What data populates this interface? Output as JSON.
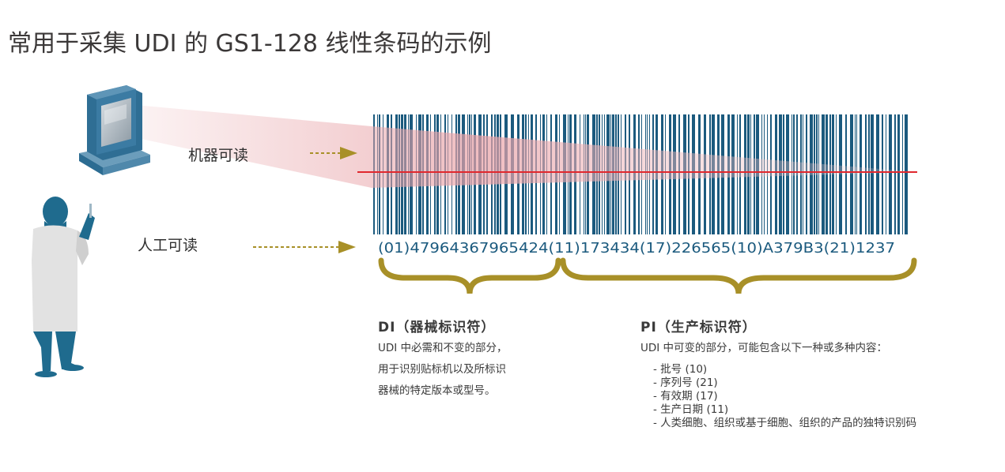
{
  "title": "常用于采集 UDI 的 GS1-128 线性条码的示例",
  "labels": {
    "machine_readable": "机器可读",
    "human_readable": "人工可读"
  },
  "barcode": {
    "human_readable_text": "(01)47964367965424(11)173434(17)226565(10)A379B3(21)1237"
  },
  "di": {
    "heading": "DI（器械标识符）",
    "lines": [
      "UDI 中必需和不变的部分，",
      "用于识别贴标机以及所标识",
      "器械的特定版本或型号。"
    ]
  },
  "pi": {
    "heading": "PI（生产标识符）",
    "intro": "UDI 中可变的部分，可能包含以下一种或多种内容：",
    "items": [
      "批号 (10)",
      "序列号 (21)",
      "有效期 (17)",
      "生产日期 (11)",
      "人类细胞、组织或基于细胞、组织的产品的独特识别码"
    ]
  },
  "colors": {
    "bar": "#1b5a7e",
    "gold": "#a89028",
    "laser": "#e0282e",
    "figure_blue": "#1f6b8e",
    "coat": "#e2e2e2"
  }
}
